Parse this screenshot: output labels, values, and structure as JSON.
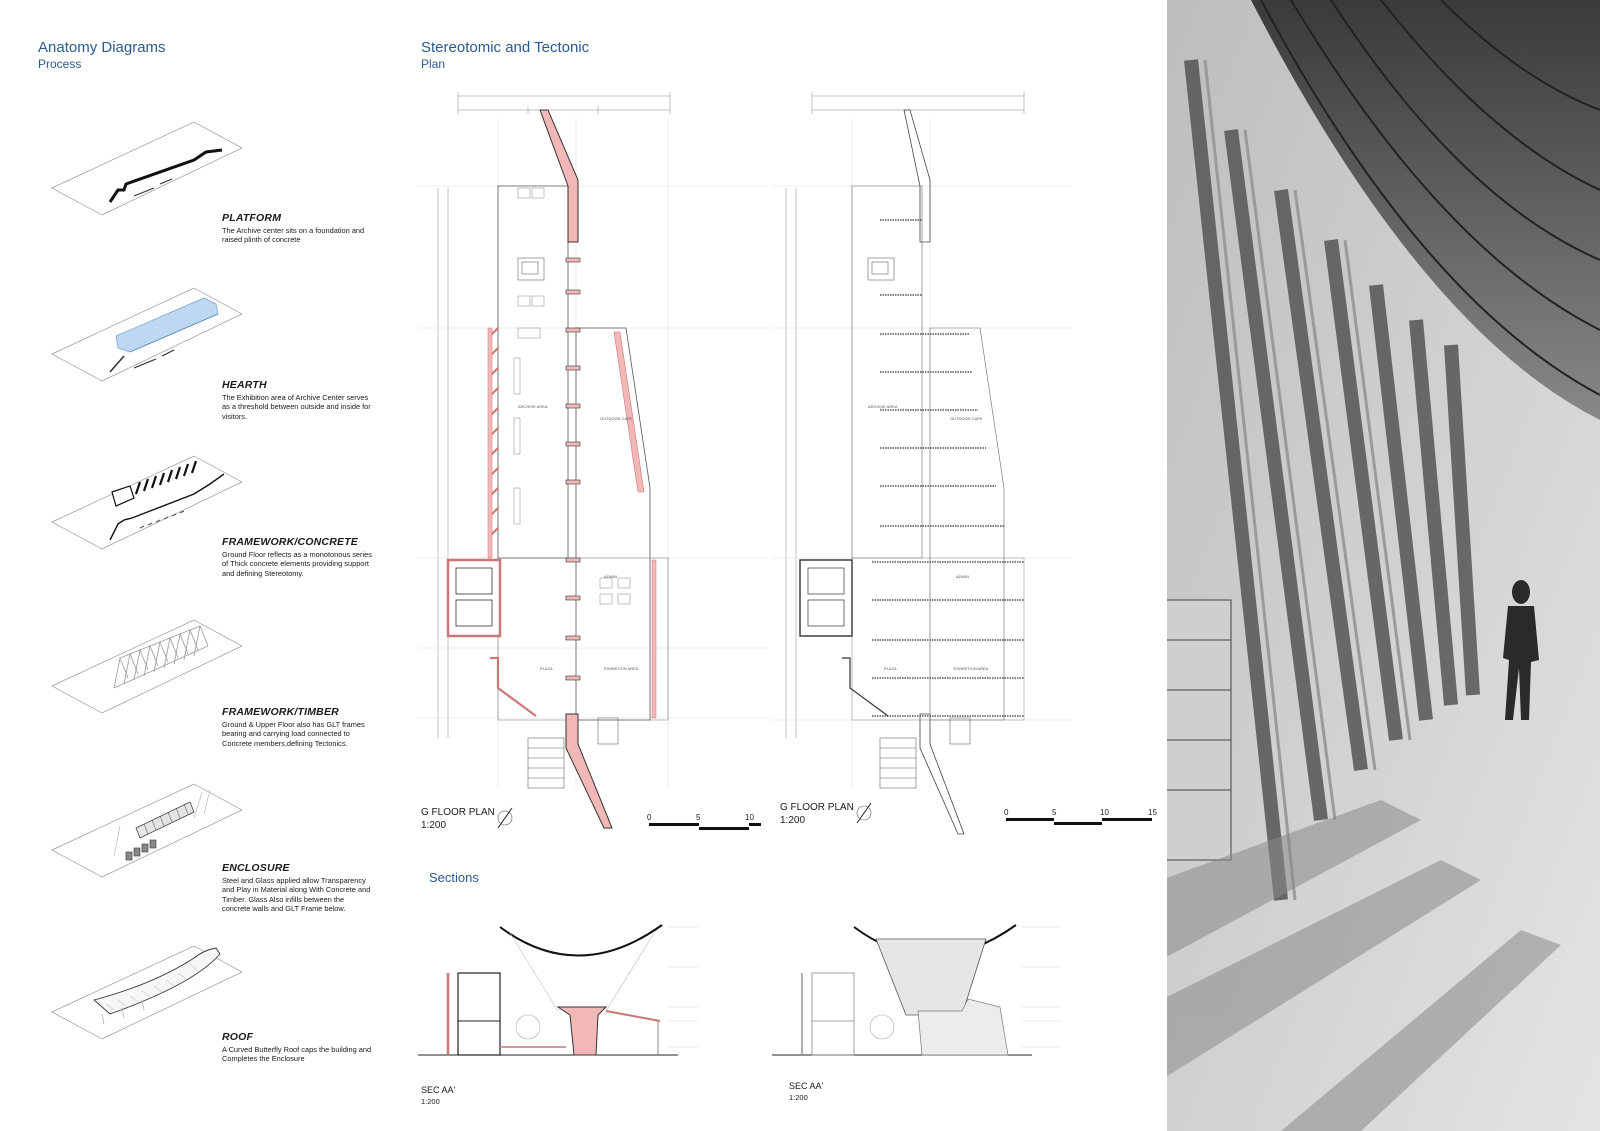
{
  "left_header": {
    "title": "Anatomy Diagrams",
    "subtitle": "Process"
  },
  "plan_header": {
    "title": "Stereotomic and Tectonic",
    "subtitle": "Plan"
  },
  "sections_header": {
    "title": "Sections"
  },
  "anatomy_steps": [
    {
      "title": "PLATFORM",
      "description": "The Archive center sits on a foundation and raised plinth of concrete"
    },
    {
      "title": "HEARTH",
      "description": "The Exhibition area of Archive Center serves as a threshold between outside and inside for visitors."
    },
    {
      "title": "FRAMEWORK/CONCRETE",
      "description": "Ground Floor reflects as a monotonous series of Thick concrete elements providing support and defining Stereotomy."
    },
    {
      "title": "FRAMEWORK/TIMBER",
      "description": "Ground & Upper Floor also has GLT frames bearing and carrying load connected to Concrete members,defining Tectonics."
    },
    {
      "title": "ENCLOSURE",
      "description": "Steel and Glass applied allow Transparency  and Play in Material along With Concrete and Timber. Glass Also infills between the concrete walls and GLT Frame below."
    },
    {
      "title": "ROOF",
      "description": "A Curved Butterfly Roof caps the building and Completes the Enclosure"
    }
  ],
  "plans": [
    {
      "title": "G FLOOR PLAN",
      "scale": "1:200",
      "scale_ticks": [
        "0",
        "5",
        "10"
      ]
    },
    {
      "title": "G FLOOR PLAN",
      "scale": "1:200",
      "scale_ticks": [
        "0",
        "5",
        "10",
        "15"
      ]
    }
  ],
  "sections": [
    {
      "title": "SEC AA'",
      "scale": "1:200"
    },
    {
      "title": "SEC AA'",
      "scale": "1:200"
    }
  ],
  "colors": {
    "heading_blue": "#2a5a93",
    "concrete_pink": "#f2b8b8",
    "hearth_blue": "#bcd8f3",
    "line": "#333333"
  }
}
